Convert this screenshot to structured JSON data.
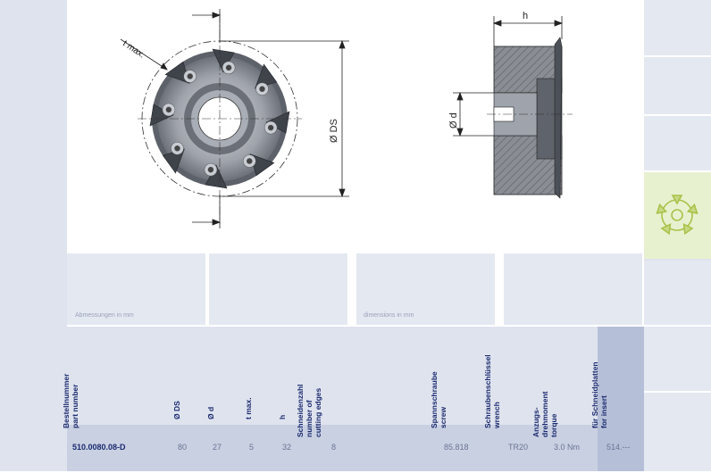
{
  "drawing": {
    "label_tmax": "t max.",
    "label_ds": "Ø DS",
    "label_d": "Ø d",
    "label_h": "h"
  },
  "captions": {
    "de": "Abmessungen in mm",
    "en": "dimensions in mm"
  },
  "table": {
    "headers": [
      {
        "lines": [
          "Bestellnummer",
          "part number"
        ]
      },
      {
        "lines": [
          "Ø DS"
        ]
      },
      {
        "lines": [
          "Ø d"
        ]
      },
      {
        "lines": [
          "t max."
        ]
      },
      {
        "lines": [
          "h"
        ]
      },
      {
        "lines": [
          "Schneidenzahl",
          "number of",
          "cutting edges"
        ]
      },
      {
        "lines": [
          "Spannschraube",
          "screw"
        ]
      },
      {
        "lines": [
          "Schraubenschlüssel",
          "wrench"
        ]
      },
      {
        "lines": [
          "Anzugs-",
          "drehmoment",
          "torque"
        ]
      },
      {
        "lines": [
          "für Schneidplatten",
          "for insert"
        ]
      }
    ],
    "row": {
      "part_number": "510.0080.08-D",
      "ds": "80",
      "d": "27",
      "tmax": "5",
      "h": "32",
      "edges": "8",
      "screw": "85.818",
      "wrench": "TR20",
      "torque": "3.0 Nm",
      "insert": "514.---"
    }
  },
  "colors": {
    "strip": "#dfe3ee",
    "header_text": "#1a2a6e",
    "tab_green": "#e8f1cf",
    "icon_green": "#a9c24a"
  },
  "icons": {
    "tab_icon": "insert-pattern-icon"
  }
}
